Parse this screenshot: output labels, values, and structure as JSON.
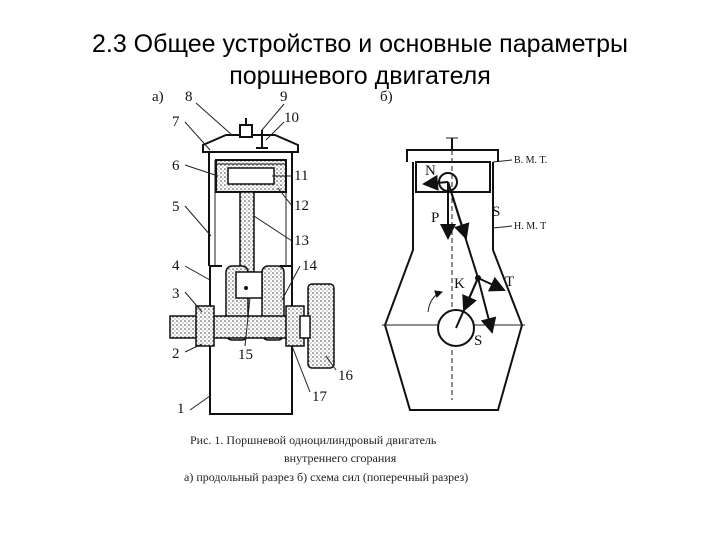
{
  "title": {
    "line1": "2.3 Общее устройство и основные параметры",
    "line2": "поршневого двигателя"
  },
  "figure": {
    "view_a_label": "а)",
    "view_b_label": "б)",
    "part_numbers": [
      "1",
      "2",
      "3",
      "4",
      "5",
      "6",
      "7",
      "8",
      "9",
      "10",
      "11",
      "12",
      "13",
      "14",
      "15",
      "16",
      "17"
    ],
    "positions": {
      "tdc": "В. М. Т.",
      "bdc": "Н. М. Т"
    },
    "force_labels": {
      "n_top": "N",
      "p": "P",
      "s_top": "S",
      "k": "K",
      "t": "T",
      "s_bottom": "S"
    },
    "caption": {
      "line1": "Рис. 1. Поршневой одноцилиндровый двигатель",
      "line2": "внутреннего сгорания",
      "line3": "а) продольный разрез б) схема сил (поперечный разрез)"
    }
  }
}
